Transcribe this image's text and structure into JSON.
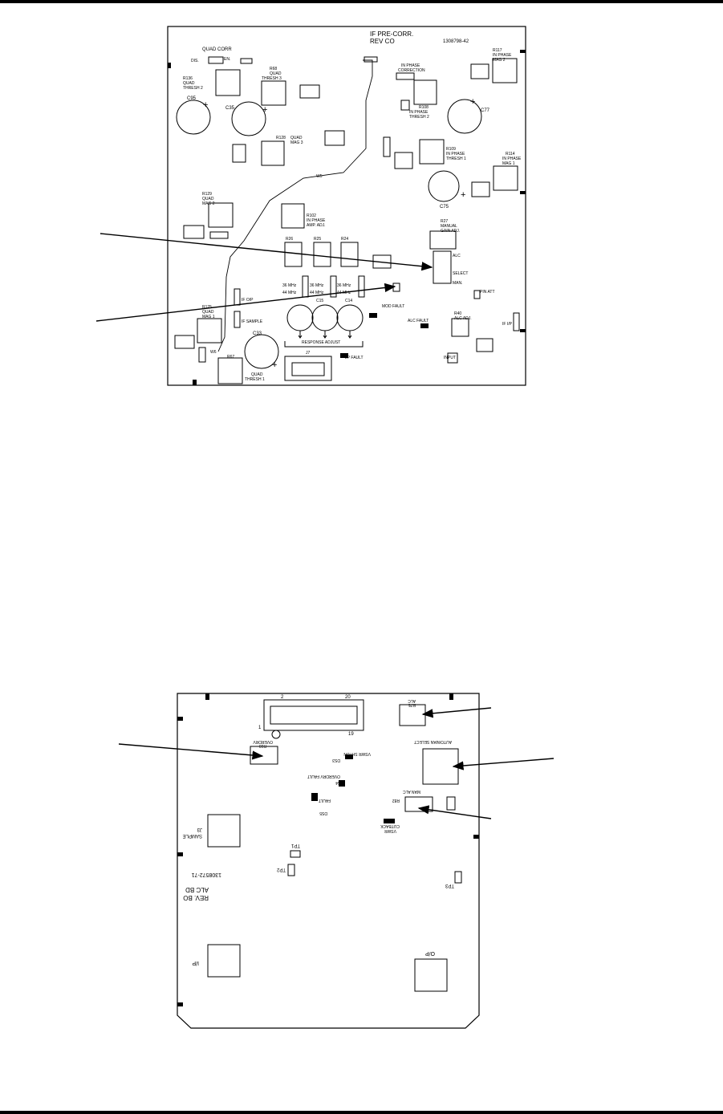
{
  "board1": {
    "header": [
      "IF PRE-CORR.",
      "REV CO"
    ],
    "part_number": "1308798-42",
    "labels": {
      "quad_corr": "QUAD CORR",
      "dis": "DIS.",
      "en": "EN.",
      "r136": "R136",
      "quad_thresh2": "QUAD",
      "thresh2": "THRESH 2",
      "r68": "R68",
      "quad3": "QUAD",
      "thresh3": "THRESH 3",
      "c95": "C95",
      "c35": "C35",
      "r128": "R128",
      "quad_mag3": "QUAD",
      "mag3": "MAG 3",
      "r117": "R117",
      "inphase_mag2": "IN PHASE",
      "mag2": "MAG 2",
      "inphase_corr": "IN PHASE",
      "correction": "CORRECTION",
      "r108": "R108",
      "inphase_thresh2": "IN PHASE",
      "thresh2b": "THRESH 2",
      "c77": "C77",
      "r109": "R109",
      "inphase_thresh1": "IN PHASE",
      "thresh1": "THRESH 1",
      "r114": "R114",
      "inphase_mag1": "IN PHASE",
      "mag1": "MAG 1",
      "c75": "C75",
      "r129": "R129",
      "quad_mag2": "QUAD",
      "mag2q": "MAG 2",
      "r102": "R102",
      "inphase_amp": "IN PHASE",
      "amp_adj": "AMP. ADJ.",
      "r27": "R27",
      "manual": "MANUAL",
      "gain_adj": "GAIN ADJ.",
      "r26": "R26",
      "r25": "R25",
      "r24": "R24",
      "alc": "ALC",
      "select": "SELECT",
      "man": "MAN.",
      "mhz36": "36 MHz",
      "mhz44": "44 MHz",
      "if_op": "IF O/P",
      "if_sample": "IF SAMPLE",
      "pin_att": "PIN ATT",
      "mod_fault": "MOD FAULT",
      "alc_fault": "ALC FAULT",
      "r40": "R40",
      "alc_adj": "ALC ADJ.",
      "if_ip": "IF I/P",
      "r125": "R125",
      "quad_mag1": "QUAD",
      "mag1q": "MAG 1",
      "c33": "C33",
      "r67": "R67",
      "quad_thresh1": "QUAD",
      "thresh1q": "THRESH 1",
      "response_adjust": "RESPONSE ADJUST",
      "j7": "J7",
      "ip_fault": "I/P FAULT",
      "input": "INPUT",
      "w5": "W5",
      "w6": "W6",
      "c14": "C14",
      "c15": "C15"
    }
  },
  "board2": {
    "part_number": "1308572-71",
    "board_name": "ALC BD",
    "rev": "REV. BO",
    "labels": {
      "r75": "R75",
      "alc": "ALC",
      "auto_man_select": "AUTO/MAN SELECT",
      "r19": "R19",
      "overdrv": "OVERDRV",
      "vswr_shtdn": "VSWR SHTDN",
      "ds3": "DS3",
      "ds4": "DS4",
      "overdrv_fault": "OVERDRV FAULT",
      "ds5": "DS5",
      "fault": "FAULT",
      "r82": "R82",
      "man_alc": "MAN ALC",
      "cutback": "CUTBACK",
      "vswr": "VSWR",
      "j3": "J3",
      "sample": "SAMPLE",
      "tp1": "TP1",
      "tp2": "TP2",
      "tp3": "TP3",
      "ip": "I/P",
      "op": "O/P",
      "j1_num": "1",
      "j2": "2",
      "j20": "20",
      "j19": "19",
      "j_1": "1"
    }
  }
}
